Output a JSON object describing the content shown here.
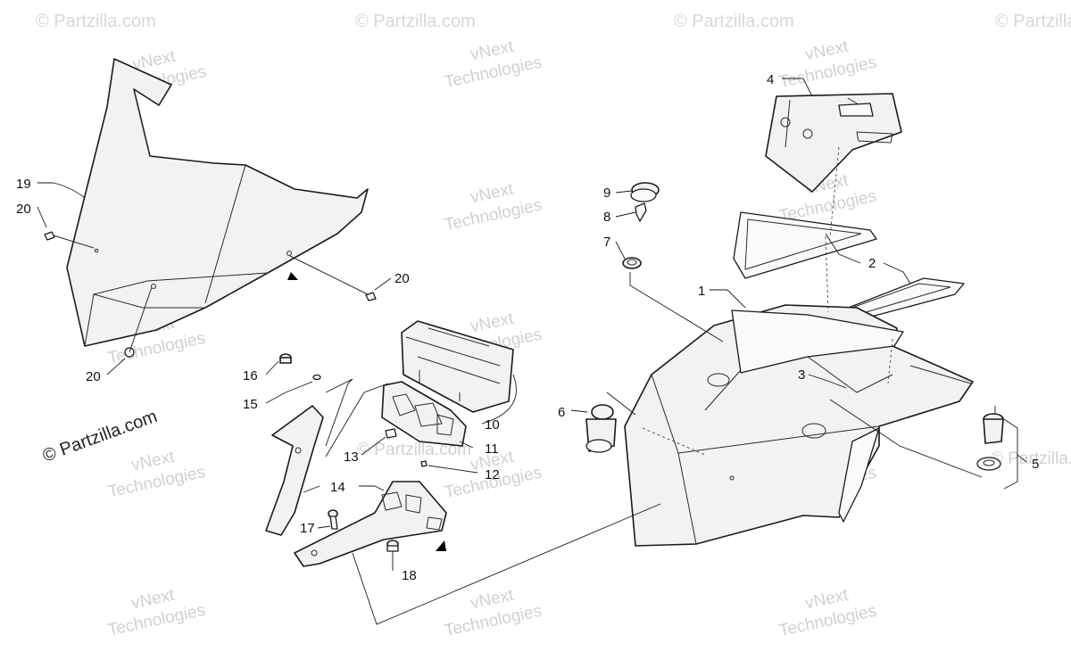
{
  "watermark": {
    "brand_top": "© Partzilla.com",
    "vnext_line1": "vNext",
    "vnext_line2": "Technologies"
  },
  "credit": "© Partzilla.com",
  "callouts": {
    "c1": "1",
    "c2": "2",
    "c3": "3",
    "c4": "4",
    "c5": "5",
    "c6": "6",
    "c7": "7",
    "c8": "8",
    "c9": "9",
    "c10": "10",
    "c11": "11",
    "c12": "12",
    "c13": "13",
    "c14": "14",
    "c15": "15",
    "c16": "16",
    "c17": "17",
    "c18": "18",
    "c19": "19",
    "c20a": "20",
    "c20b": "20",
    "c20c": "20"
  }
}
